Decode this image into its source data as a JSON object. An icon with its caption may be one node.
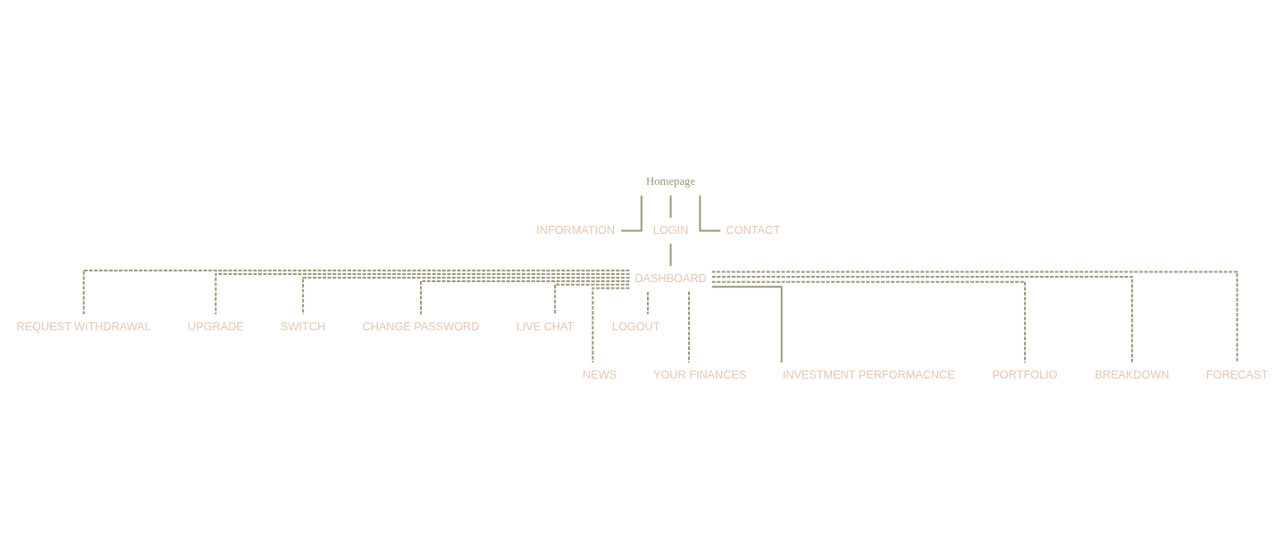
{
  "diagram": {
    "nodes": [
      {
        "text": [
          "Homepage"
        ]
      },
      {
        "text": [
          "INFORMATION"
        ]
      },
      {
        "text": [
          "LOGIN"
        ]
      },
      {
        "text": [
          "CONTACT"
        ]
      },
      {
        "text": [
          "DASHBOARD"
        ]
      },
      {
        "text": [
          "REQUEST WITHDRAWAL"
        ]
      },
      {
        "text": [
          "UPGRADE"
        ]
      },
      {
        "text": [
          "SWITCH"
        ]
      },
      {
        "text": [
          "CHANGE PASSWORD"
        ]
      },
      {
        "text": [
          "LIVE CHAT"
        ]
      },
      {
        "text": [
          "LOGOUT"
        ]
      },
      {
        "text": [
          "NEWS"
        ]
      },
      {
        "text": [
          "YOUR FINANCES"
        ]
      },
      {
        "text": [
          "INVESTMENT PERFORMACNCE"
        ]
      },
      {
        "text": [
          "PORTFOLIO"
        ]
      },
      {
        "text": [
          "BREAKDOWN"
        ]
      },
      {
        "text": [
          "FORECAST"
        ]
      }
    ],
    "edges": [
      {
        "from": 0,
        "to": 1,
        "arrow": "none"
      },
      {
        "from": 0,
        "to": 2,
        "arrow": "none"
      },
      {
        "from": 0,
        "to": 3,
        "arrow": "none"
      },
      {
        "from": 2,
        "to": 4,
        "arrow": "none"
      },
      {
        "from": 4,
        "to": 5,
        "arrow": "none",
        "style": "dashed"
      },
      {
        "from": 4,
        "to": 6,
        "arrow": "none",
        "style": "dashed"
      },
      {
        "from": 4,
        "to": 7,
        "arrow": "none",
        "style": "dashed"
      },
      {
        "from": 4,
        "to": 8,
        "arrow": "none",
        "style": "dashed"
      },
      {
        "from": 4,
        "to": 9,
        "arrow": "none",
        "style": "dashed"
      },
      {
        "from": 4,
        "to": 10,
        "arrow": "none",
        "style": "dashed"
      },
      {
        "from": 4,
        "to": 11,
        "arrow": "none",
        "style": "dashed"
      },
      {
        "from": 4,
        "to": 12,
        "arrow": "none",
        "style": "dashed"
      },
      {
        "from": 4,
        "to": 13,
        "arrow": "none"
      },
      {
        "from": 4,
        "to": 14,
        "arrow": "none",
        "style": "dashed"
      },
      {
        "from": 4,
        "to": 15,
        "arrow": "none",
        "style": "dashed"
      },
      {
        "from": 4,
        "to": 16,
        "arrow": "none",
        "style": "dashed"
      }
    ]
  }
}
